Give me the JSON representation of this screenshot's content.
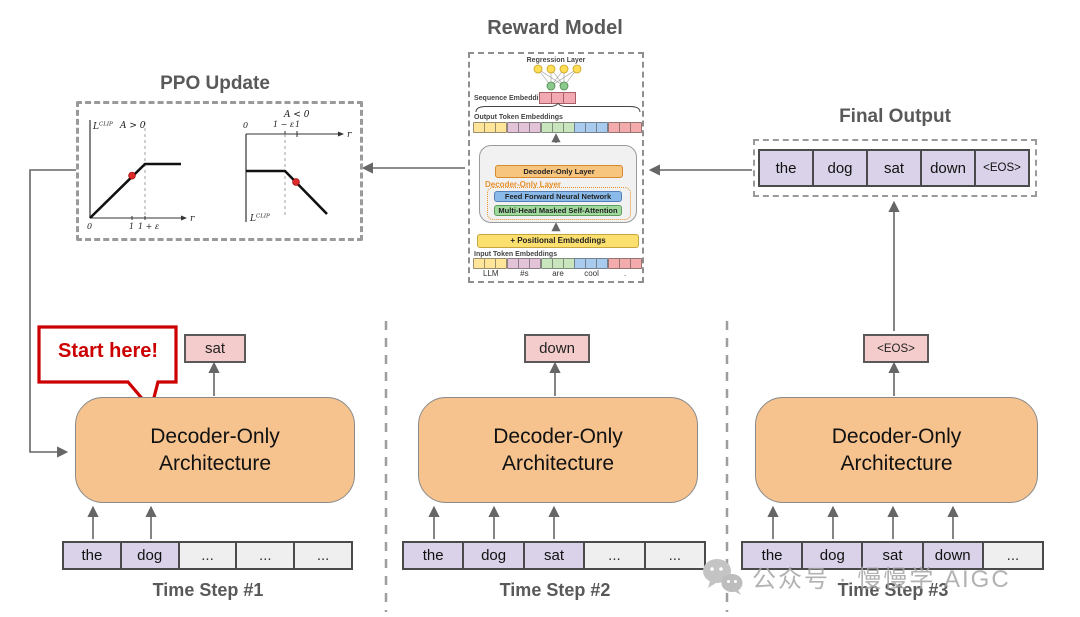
{
  "titles": {
    "ppo": "PPO Update",
    "reward_model": "Reward Model",
    "final_output": "Final Output"
  },
  "ppo_plots": {
    "left": {
      "condition": "A > 0",
      "loss_label": "L",
      "loss_sup": "CLIP",
      "x_label": "r",
      "tick_origin": "0",
      "tick_one": "1",
      "tick_eps": "1 + ε"
    },
    "right": {
      "condition": "A < 0",
      "loss_label": "L",
      "loss_sup": "CLIP",
      "x_label": "r",
      "tick_origin": "0",
      "tick_one": "1",
      "tick_eps": "1 − ε"
    }
  },
  "reward_model": {
    "regression_label": "Regression Layer",
    "sequence_embedding_label": "Sequence Embedding",
    "output_embeddings_label": "Output Token Embeddings",
    "decoder_layer_bar": "Decoder-Only Layer",
    "decoder_layer_group_label": "Decoder-Only Layer",
    "ffn_bar": "Feed Forward Neural Network",
    "attention_bar": "Multi-Head Masked Self-Attention",
    "positional_bar": "+ Positional Embeddings",
    "input_embeddings_label": "Input Token Embeddings",
    "input_tokens": [
      "LLM",
      "#s",
      "are",
      "cool",
      "."
    ],
    "embedding_group_colors": [
      "#FFE599",
      "#E3C3D8",
      "#C9E5BD",
      "#A9CBEE",
      "#F3ABAB"
    ]
  },
  "final_output": {
    "tokens": [
      "the",
      "dog",
      "sat",
      "down",
      "<EOS>"
    ]
  },
  "callout": {
    "text": "Start here!"
  },
  "time_steps": [
    {
      "label": "Time Step #1",
      "box_line1": "Decoder-Only",
      "box_line2": "Architecture",
      "output_token": "sat",
      "inputs": [
        {
          "text": "the",
          "style": "token"
        },
        {
          "text": "dog",
          "style": "token"
        },
        {
          "text": "...",
          "style": "placeholder"
        },
        {
          "text": "...",
          "style": "placeholder"
        },
        {
          "text": "...",
          "style": "placeholder"
        }
      ]
    },
    {
      "label": "Time Step #2",
      "box_line1": "Decoder-Only",
      "box_line2": "Architecture",
      "output_token": "down",
      "inputs": [
        {
          "text": "the",
          "style": "token"
        },
        {
          "text": "dog",
          "style": "token"
        },
        {
          "text": "sat",
          "style": "token"
        },
        {
          "text": "...",
          "style": "placeholder"
        },
        {
          "text": "...",
          "style": "placeholder"
        }
      ]
    },
    {
      "label": "Time Step #3",
      "box_line1": "Decoder-Only",
      "box_line2": "Architecture",
      "output_token": "<EOS>",
      "inputs": [
        {
          "text": "the",
          "style": "token"
        },
        {
          "text": "dog",
          "style": "token"
        },
        {
          "text": "sat",
          "style": "token"
        },
        {
          "text": "down",
          "style": "token"
        },
        {
          "text": "...",
          "style": "placeholder"
        }
      ]
    }
  ],
  "watermark": {
    "text": "公众号 · 慢慢学 AIGC"
  },
  "colors": {
    "decoder_box": "#F6C38F",
    "token_cell": "#D9D2E9",
    "placeholder_cell": "#EFEFEF",
    "output_box": "#F4CCCC",
    "callout_red": "#CC0000",
    "title_gray": "#595959",
    "arrow": "#666666"
  }
}
